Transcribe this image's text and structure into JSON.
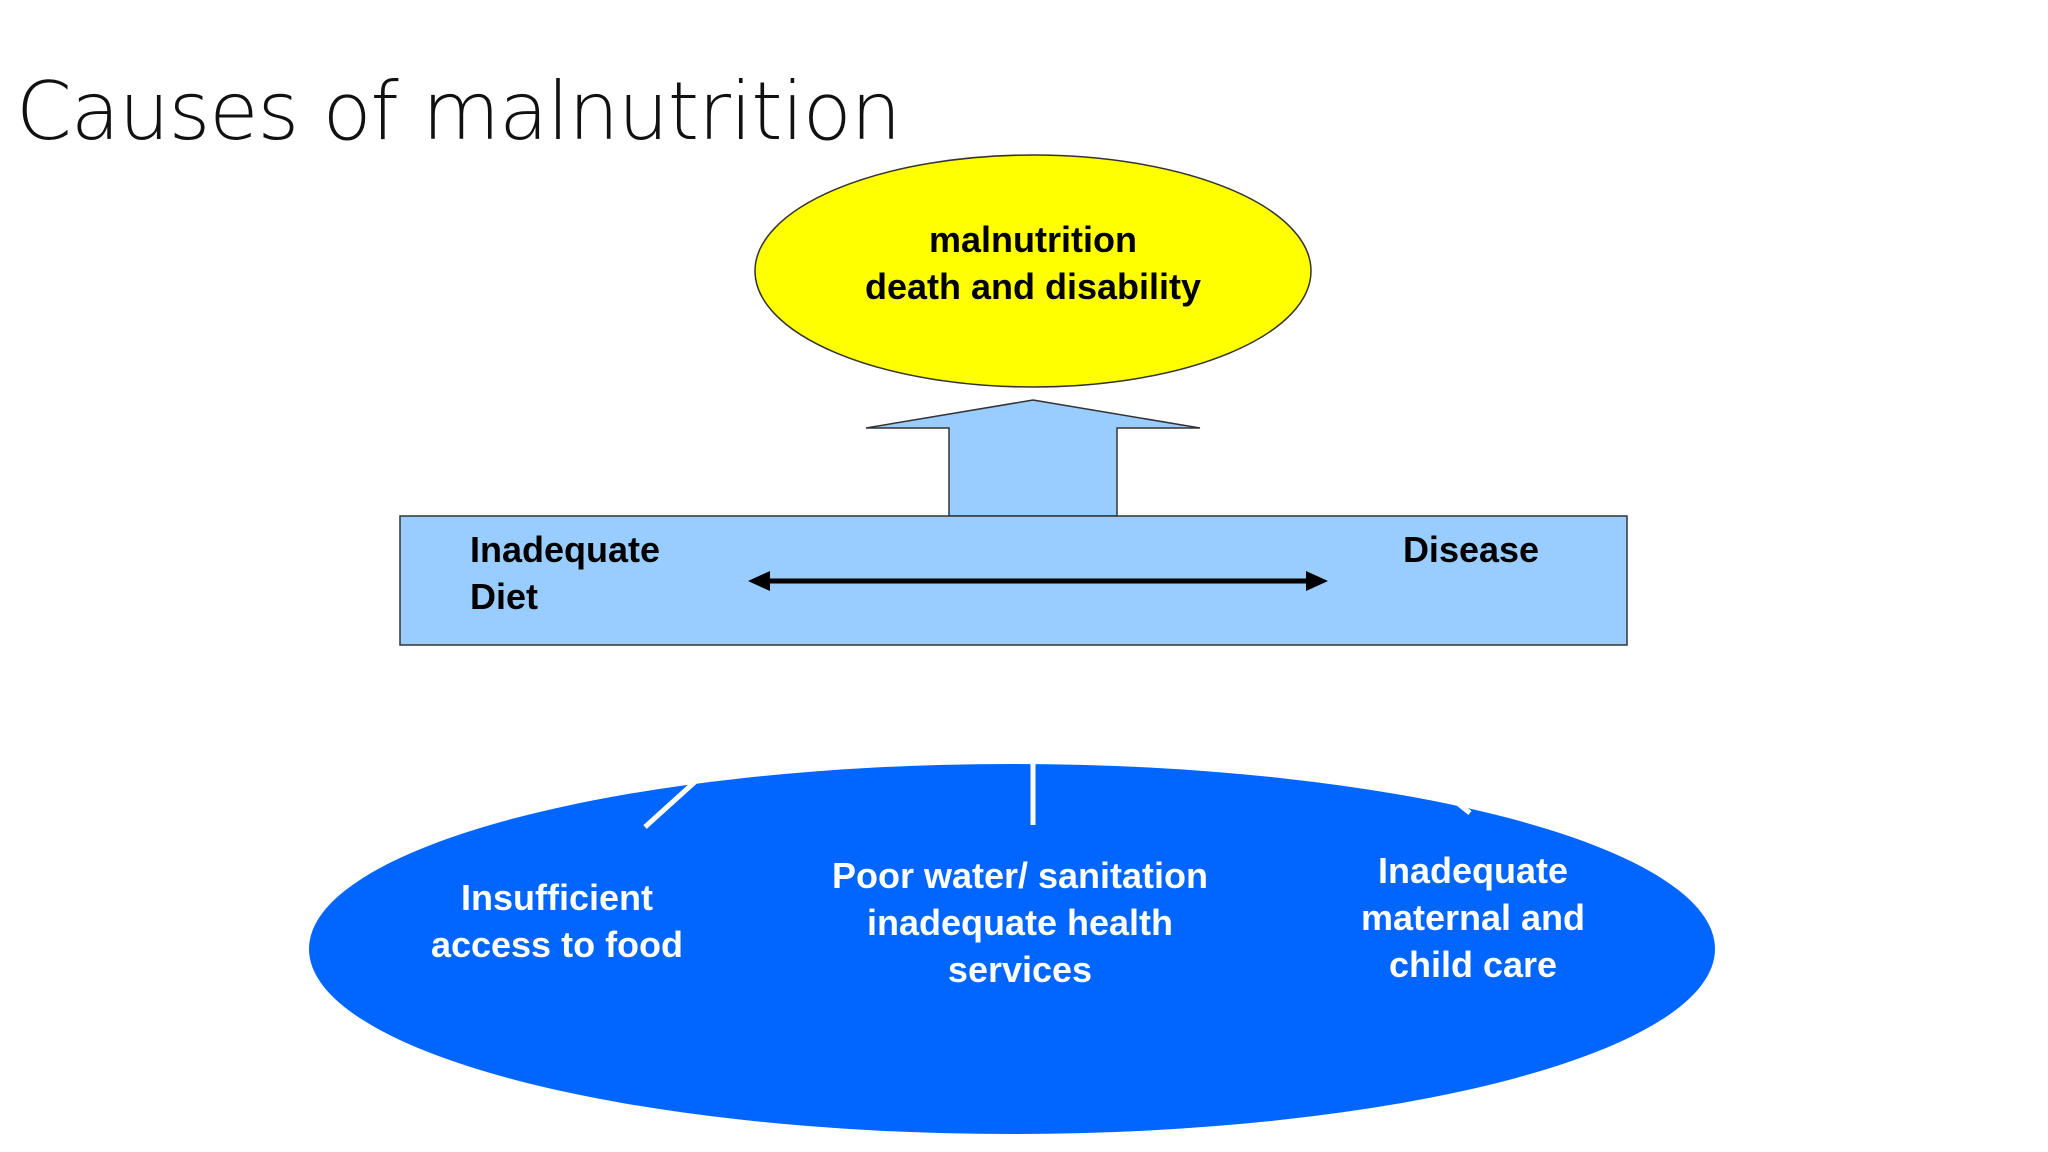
{
  "slide": {
    "title": "Causes of malnutrition"
  },
  "outcome": {
    "line1": "malnutrition",
    "line2": "death and disability"
  },
  "immediate_causes": {
    "left_line1": "Inadequate",
    "left_line2": "Diet",
    "right": "Disease"
  },
  "underlying_causes": {
    "food": {
      "line1": "Insufficient",
      "line2": "access to food"
    },
    "water": {
      "line1": "Poor water/ sanitation",
      "line2": "inadequate health",
      "line3": "services"
    },
    "care": {
      "line1": "Inadequate",
      "line2": "maternal and",
      "line3": "child care"
    }
  },
  "colors": {
    "outcome_fill": "#ffff00",
    "bar_fill": "#99ccff",
    "underlying_fill": "#0066ff",
    "outline": "#333333"
  }
}
